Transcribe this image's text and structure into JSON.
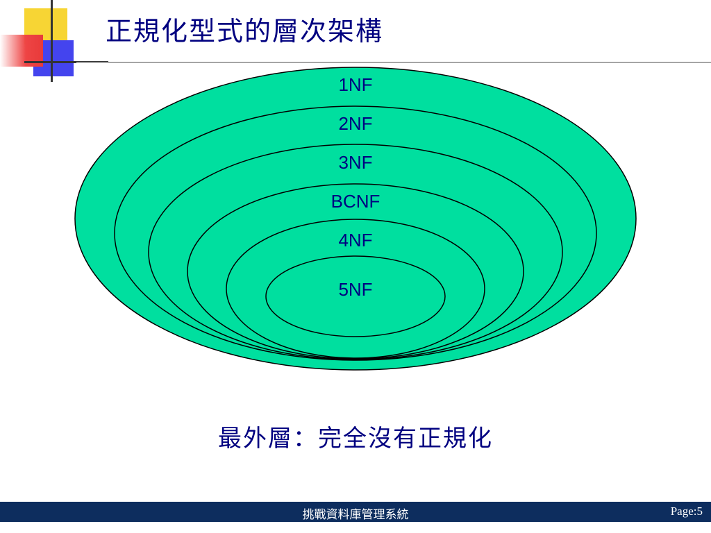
{
  "slide": {
    "title": "正規化型式的層次架構",
    "caption": "最外層：完全沒有正規化",
    "footer_text": "挑戰資料庫管理系統",
    "page_label": "Page:5"
  },
  "diagram": {
    "fill_color": "#00df9f",
    "levels": [
      "1NF",
      "2NF",
      "3NF",
      "BCNF",
      "4NF",
      "5NF"
    ]
  },
  "colors": {
    "title": "#000080",
    "footer_bg": "#0d2d5e"
  }
}
